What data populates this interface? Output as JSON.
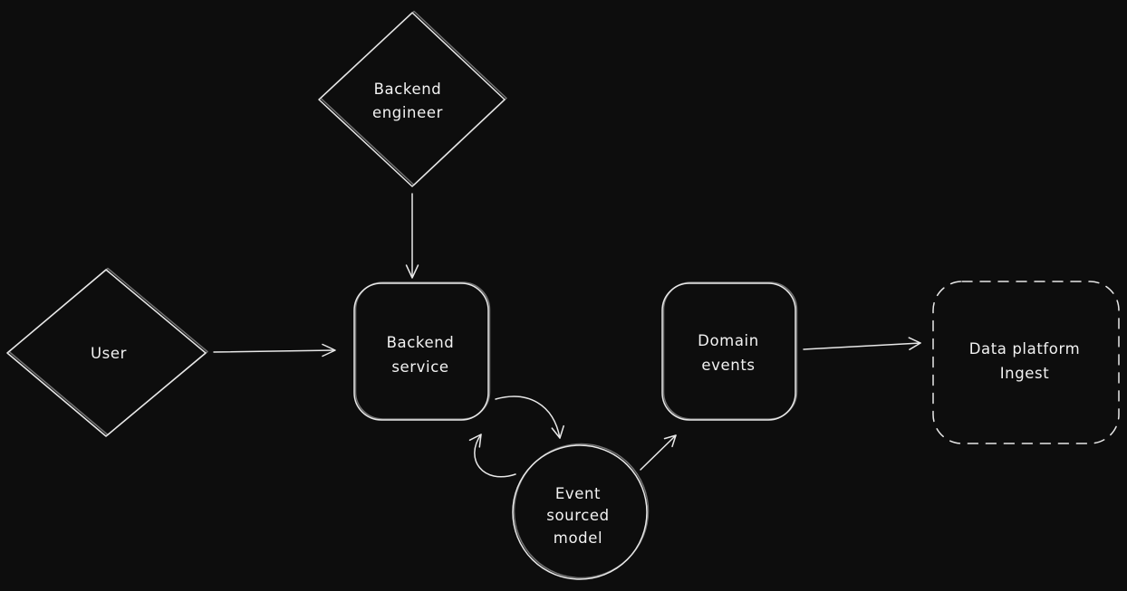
{
  "canvas": {
    "background": "#0d0d0d",
    "stroke": "#e8e8e8",
    "text_color": "#f2f2f2"
  },
  "diagram": {
    "nodes": [
      {
        "id": "backend-engineer",
        "shape": "diamond",
        "label": "Backend engineer",
        "lines": [
          "Backend",
          "engineer"
        ]
      },
      {
        "id": "user",
        "shape": "diamond",
        "label": "User",
        "lines": [
          "User"
        ]
      },
      {
        "id": "backend-service",
        "shape": "rounded-rect",
        "label": "Backend service",
        "lines": [
          "Backend",
          "service"
        ]
      },
      {
        "id": "domain-events",
        "shape": "rounded-rect",
        "label": "Domain events",
        "lines": [
          "Domain",
          "events"
        ]
      },
      {
        "id": "data-platform-ingest",
        "shape": "dashed-rounded-rect",
        "label": "Data platform Ingest",
        "lines": [
          "Data platform",
          "Ingest"
        ]
      },
      {
        "id": "event-sourced-model",
        "shape": "circle",
        "label": "Event sourced model",
        "lines": [
          "Event",
          "sourced",
          "model"
        ]
      }
    ],
    "edges": [
      {
        "from": "backend-engineer",
        "to": "backend-service",
        "style": "arrow-straight"
      },
      {
        "from": "user",
        "to": "backend-service",
        "style": "arrow-straight"
      },
      {
        "from": "backend-service",
        "to": "event-sourced-model",
        "style": "arrow-curved"
      },
      {
        "from": "event-sourced-model",
        "to": "backend-service",
        "style": "arrow-curved"
      },
      {
        "from": "event-sourced-model",
        "to": "domain-events",
        "style": "arrow-straight"
      },
      {
        "from": "domain-events",
        "to": "data-platform-ingest",
        "style": "arrow-straight"
      }
    ]
  }
}
